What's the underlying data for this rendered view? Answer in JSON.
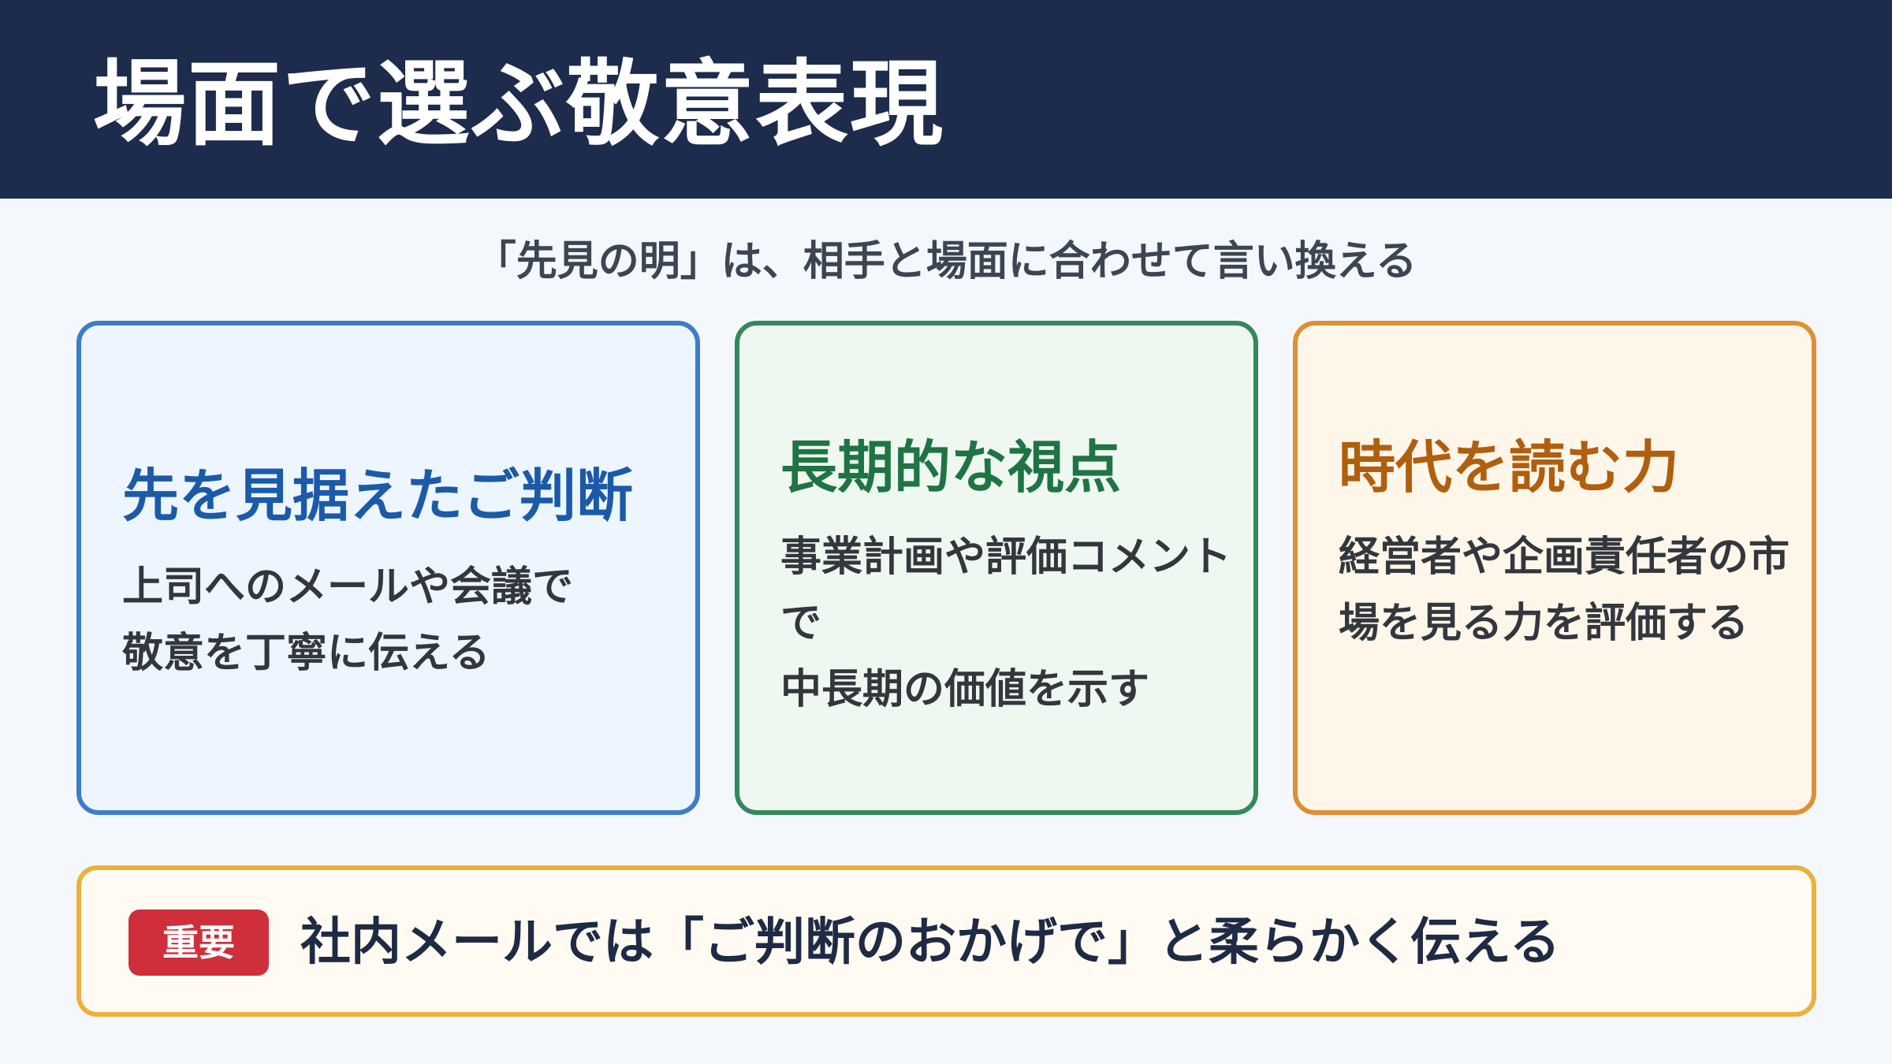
{
  "header": {
    "title": "場面で選ぶ敬意表現"
  },
  "subtitle": "「先見の明」は、相手と場面に合わせて言い換える",
  "cards": [
    {
      "title": "先を見据えたご判断",
      "body": "上司へのメールや会議で\n敬意を丁寧に伝える"
    },
    {
      "title": "長期的な視点",
      "body": "事業計画や評価コメントで\n中長期の価値を示す"
    },
    {
      "title": "時代を読む力",
      "body": "経営者や企画責任者の市場を見る力を評価する"
    }
  ],
  "notice": {
    "badge": "重要",
    "text": "社内メールでは「ご判断のおかげで」と柔らかく伝える"
  },
  "colors": {
    "header_bg": "#1d2b4c",
    "blue": "#3d7cc9",
    "green": "#33885c",
    "orange": "#dc9034",
    "notice_border": "#eab13c",
    "badge_bg": "#cf2f3b"
  }
}
